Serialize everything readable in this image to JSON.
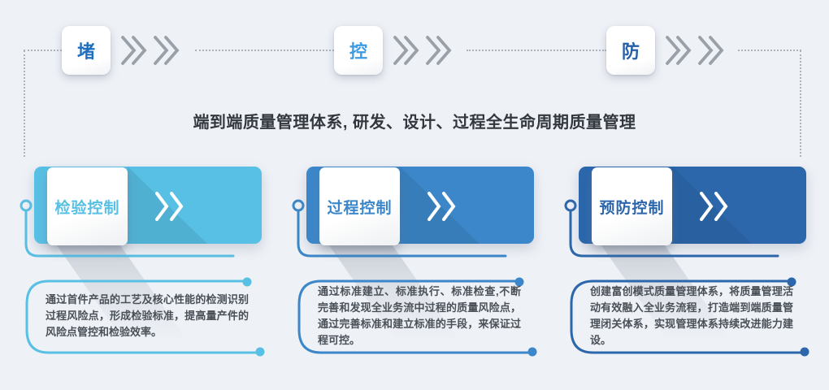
{
  "page_background": "#eef1f6",
  "connector": {
    "color": "#aeb3bb",
    "chevron_color": "#9aa0a8"
  },
  "top_flow": {
    "steps": [
      {
        "char": "堵",
        "color": "#1f6fbe"
      },
      {
        "char": "控",
        "color": "#3b9ce6"
      },
      {
        "char": "防",
        "color": "#255fa8"
      }
    ]
  },
  "title": "端到端质量管理体系, 研发、设计、过程全生命周期质量管理",
  "title_color": "#33383f",
  "columns": [
    {
      "label": "检验控制",
      "color": "#58c0e4",
      "description": "通过首件产品的工艺及核心性能的检测识别过程风险点，形成检验标准，提高量产件的风险点管控和检验效率。"
    },
    {
      "label": "过程控制",
      "color": "#3c87c9",
      "description": "通过标准建立、标准执行、标准检查,不断完善和发现全业务流中过程的质量风险点，通过完善标准和建立标准的手段，来保证过程可控。"
    },
    {
      "label": "预防控制",
      "color": "#2c67ac",
      "description": "创建富创模式质量管理体系，将质量管理活动有效融入全业务流程，打造端到端质量管理闭关体系，实现管理体系持续改进能力建设。"
    }
  ]
}
